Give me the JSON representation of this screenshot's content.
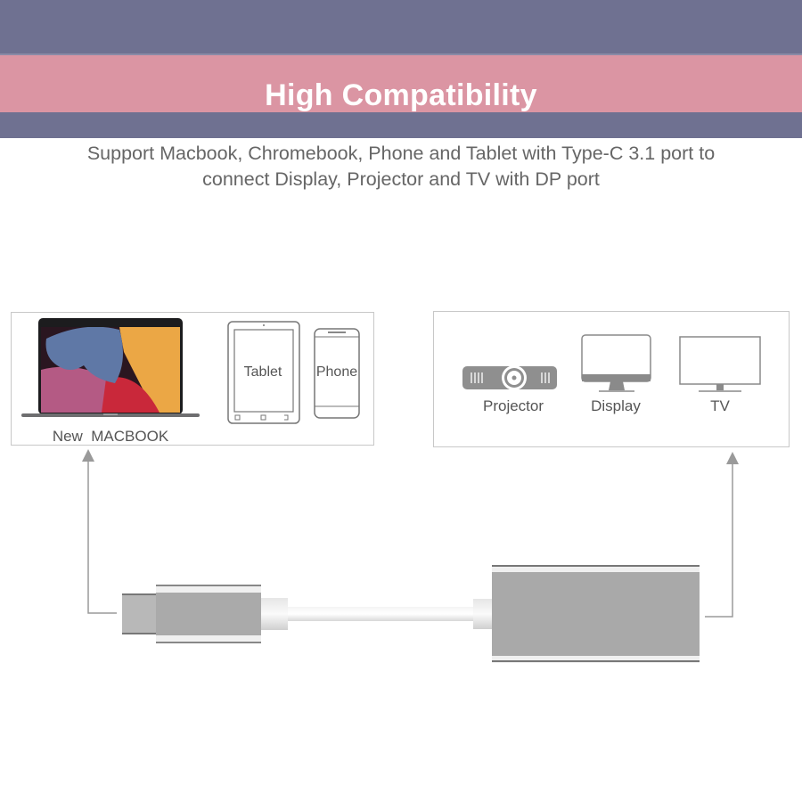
{
  "header": {
    "title": "High Compatibility",
    "subtitle_line1": "Support Macbook, Chromebook, Phone and Tablet with Type-C 3.1 port to",
    "subtitle_line2": "connect Display, Projector and TV with DP port"
  },
  "source_devices": {
    "laptop_label": "New  MACBOOK",
    "tablet_label": "Tablet",
    "phone_label": "Phone"
  },
  "output_devices": {
    "projector_label": "Projector",
    "display_label": "Display",
    "tv_label": "TV"
  },
  "colors": {
    "band_slate": "#6f7191",
    "band_pink": "#db95a3",
    "adapter_grey": "#aaaaaa"
  }
}
